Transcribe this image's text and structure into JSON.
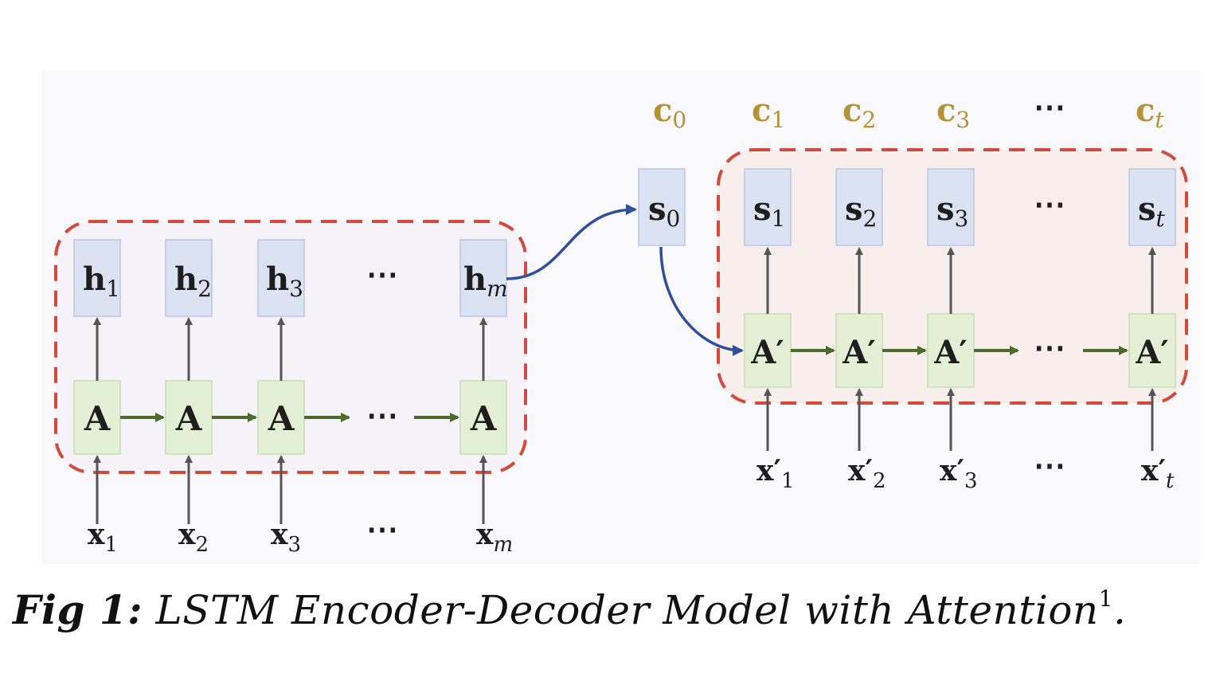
{
  "encoder": {
    "hidden": [
      {
        "base": "h",
        "sub": "1"
      },
      {
        "base": "h",
        "sub": "2"
      },
      {
        "base": "h",
        "sub": "3"
      },
      {
        "base": "h",
        "sub": "m"
      }
    ],
    "cell_label": "A",
    "inputs": [
      {
        "base": "x",
        "sub": "1"
      },
      {
        "base": "x",
        "sub": "2"
      },
      {
        "base": "x",
        "sub": "3"
      },
      {
        "base": "x",
        "sub": "m"
      }
    ],
    "ellipsis": "⋯"
  },
  "decoder": {
    "contexts": [
      {
        "base": "c",
        "sub": "0"
      },
      {
        "base": "c",
        "sub": "1"
      },
      {
        "base": "c",
        "sub": "2"
      },
      {
        "base": "c",
        "sub": "3"
      },
      {
        "base": "c",
        "sub": "t"
      }
    ],
    "initial_state": {
      "base": "s",
      "sub": "0"
    },
    "states": [
      {
        "base": "s",
        "sub": "1"
      },
      {
        "base": "s",
        "sub": "2"
      },
      {
        "base": "s",
        "sub": "3"
      },
      {
        "base": "s",
        "sub": "t"
      }
    ],
    "cell_label": "A′",
    "inputs": [
      {
        "base": "x′",
        "sub": "1"
      },
      {
        "base": "x′",
        "sub": "2"
      },
      {
        "base": "x′",
        "sub": "3"
      },
      {
        "base": "x′",
        "sub": "t"
      }
    ],
    "ellipsis": "⋯"
  },
  "caption": {
    "label": "Fig 1:",
    "text": "LSTM Encoder-Decoder Model with Attention",
    "superscript": "1",
    "end": "."
  },
  "colors": {
    "dashed_border": "#d24a3c",
    "hidden_cell": "#dbe3f3",
    "lstm_cell": "#e3f0d6",
    "recurrent_arrow": "#4a6b2b",
    "io_arrow": "#555555",
    "attention_arrow": "#2f4f9a",
    "context_text": "#b3923a"
  }
}
